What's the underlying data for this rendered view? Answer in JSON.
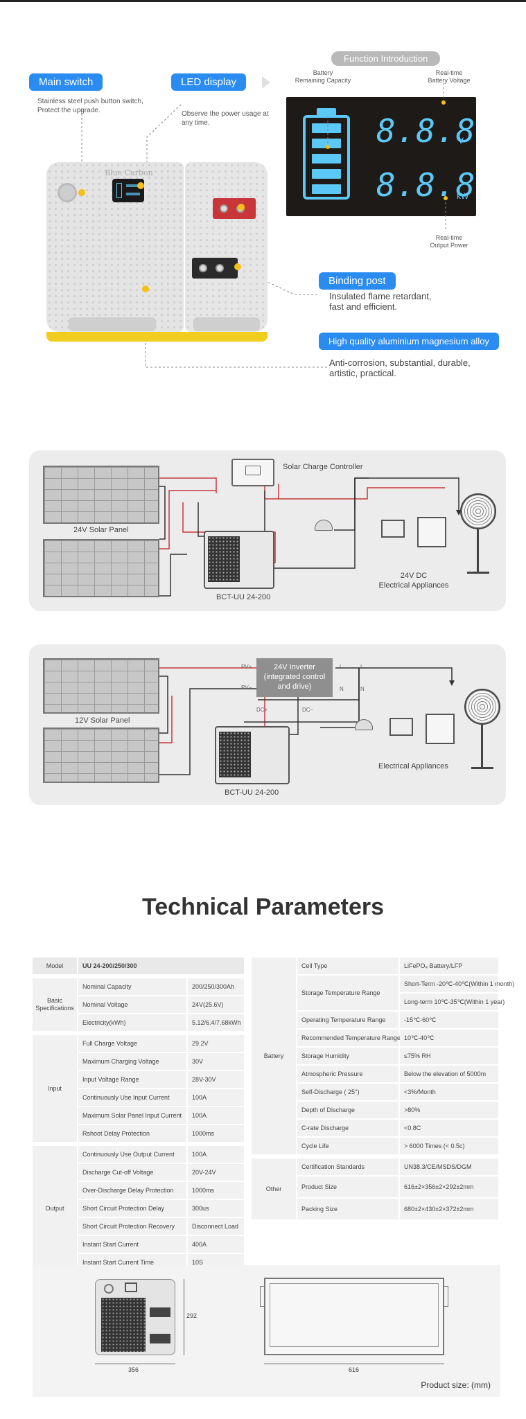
{
  "features": {
    "main_switch": {
      "label": "Main switch",
      "desc": [
        "Stainless steel push button switch,",
        "Protect the upgrade."
      ]
    },
    "led_display": {
      "label": "LED display",
      "desc": [
        "Observe the power usage at",
        "any time."
      ]
    },
    "function_intro": "Function Introduction",
    "lcd": {
      "battery_label": [
        "Battery",
        "Remaining Capacity"
      ],
      "voltage_label": [
        "Real-time",
        "Battery Voltage"
      ],
      "power_label": [
        "Real-time",
        "Output Power"
      ],
      "digits_top": "8.8.8",
      "digits_bottom": "8.8.8",
      "unit_top": "V",
      "unit_bottom": "kW"
    },
    "binding_post": {
      "label": "Binding post",
      "desc": [
        "Insulated flame retardant,",
        "fast and efficient."
      ]
    },
    "alloy": {
      "label": "High quality aluminium magnesium alloy",
      "desc": [
        "Anti-corrosion, substantial, durable,",
        "artistic, practical."
      ]
    },
    "brand": "Blue Carbon",
    "colors": {
      "accent": "#2a8cf0",
      "lcd_digit": "#5cc8f5",
      "terminal_red": "#c8363a",
      "foot_yellow": "#f0cd1f",
      "marker": "#f4c019"
    }
  },
  "diagram1": {
    "panel_label": "24V Solar Panel",
    "controller_label": "Solar Charge Controller",
    "battery_label": "BCT-UU 24-200",
    "appliances_label": [
      "24V DC",
      "Electrical Appliances"
    ]
  },
  "diagram2": {
    "panel_label": "12V Solar Panel",
    "inverter_label": [
      "24V Inverter",
      "(integrated control",
      "and drive)"
    ],
    "battery_label": "BCT-UU 24-200",
    "appliances_label": "Electrical Appliances",
    "pins": {
      "pv_plus": "PV+",
      "pv_minus": "PV−",
      "dc_plus": "DC+",
      "dc_minus": "DC−",
      "l": "L",
      "n": "N"
    }
  },
  "tech": {
    "title": "Technical Parameters",
    "left": [
      {
        "group": "Model",
        "rows": [
          [
            "UU 24-200/250/300",
            ""
          ]
        ],
        "header": true
      },
      {
        "group": "Basic Specifications",
        "rows": [
          [
            "Nominal Capacity",
            "200/250/300Ah"
          ],
          [
            "Nominal Voltage",
            "24V(25.6V)"
          ],
          [
            "Electricity(kWh)",
            "5.12/6.4/7.68kWh"
          ]
        ]
      },
      {
        "group": "Input",
        "rows": [
          [
            "Full Charge Voltage",
            "29.2V"
          ],
          [
            "Maximum Charging Voltage",
            "30V"
          ],
          [
            "Input Voltage Range",
            "28V-30V"
          ],
          [
            "Continuously Use Input Current",
            "100A"
          ],
          [
            "Maximum Solar Panel Input Current",
            "100A"
          ],
          [
            "Rshoot Delay Protection",
            "1000ms"
          ]
        ]
      },
      {
        "group": "Output",
        "rows": [
          [
            "Continuously Use Output Current",
            "100A"
          ],
          [
            "Discharge Cut-off Voltage",
            "20V-24V"
          ],
          [
            "Over-Discharge Delay Protection",
            "1000ms"
          ],
          [
            "Short Circuit Protection Delay",
            "300us"
          ],
          [
            "Short Circuit Protection Recovery",
            "Disconnect Load"
          ],
          [
            "Instant Start Current",
            "400A"
          ],
          [
            "Instant Start Current Time",
            "10S"
          ]
        ]
      }
    ],
    "right": [
      {
        "group": "Battery",
        "rows": [
          [
            "Cell Type",
            [
              "LiFePO₄ Battery/LFP"
            ]
          ],
          [
            "Storage Temperature Range",
            [
              "Short-Term -20℃-40℃(Within 1 month)",
              "Long-term 10℃-35℃(Within 1 year)"
            ]
          ],
          [
            "Operating Temperature Range",
            [
              "-15℃-60℃"
            ]
          ],
          [
            "Recommended Temperature Range",
            [
              "10℃-40℃"
            ]
          ],
          [
            "Storage Humidity",
            [
              "≤75% RH"
            ]
          ],
          [
            "Atmospheric Pressure",
            [
              "Below the elevation of 5000m"
            ]
          ],
          [
            "Self-Discharge ( 25°)",
            [
              "<3%/Month"
            ]
          ],
          [
            "Depth of Discharge",
            [
              ">80%"
            ]
          ],
          [
            "C-rate Discharge",
            [
              "<0.8C"
            ]
          ],
          [
            "Cycle Life",
            [
              "> 6000 Times (< 0.5c)"
            ]
          ]
        ]
      },
      {
        "group": "Other",
        "rows": [
          [
            "Certification Standards",
            [
              "UN38.3/CE/MSDS/DGM"
            ]
          ],
          [
            "Product Size",
            [
              "616±2×356±2×292±2mm"
            ]
          ],
          [
            "Packing Size",
            [
              "680±2×430±2×372±2mm"
            ]
          ]
        ]
      }
    ]
  },
  "dimensions": {
    "height": "292",
    "width": "356",
    "length": "616",
    "caption": "Product size: (mm)"
  }
}
